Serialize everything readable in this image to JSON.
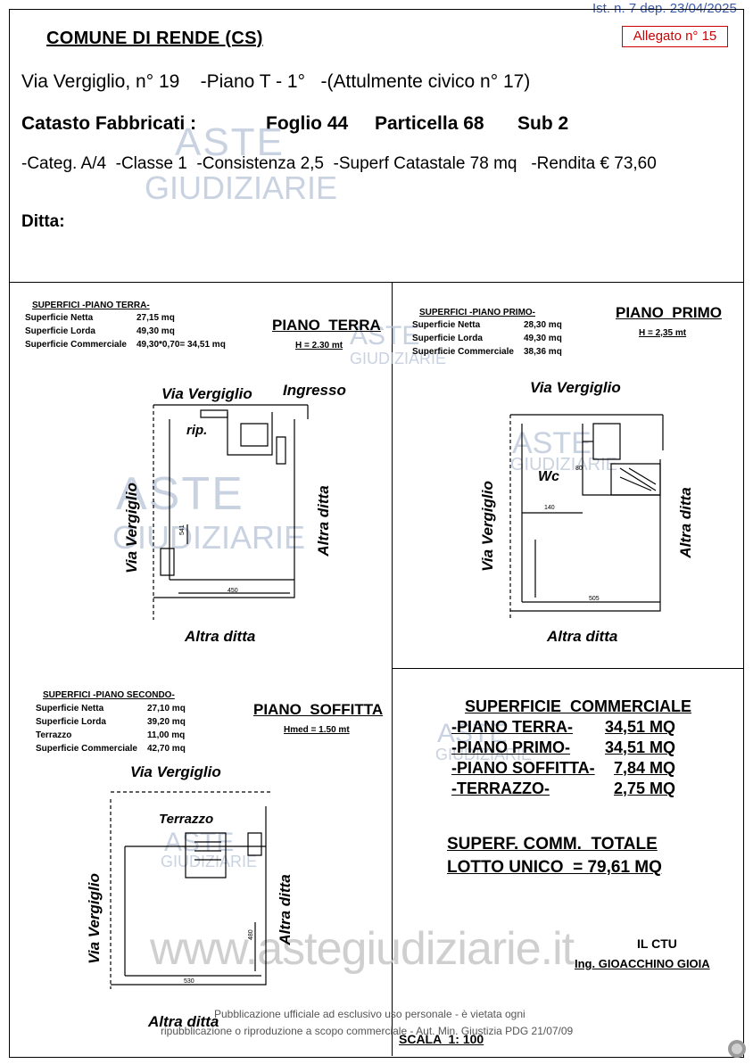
{
  "stamp": "Ist. n. 7 dep. 23/04/2025",
  "allegato": "Allegato n° 15",
  "header": {
    "comune": "COMUNE DI  RENDE (CS)",
    "address_line": "Via Vergiglio, n° 19    -Piano T - 1°   -(Attulmente civico n° 17)",
    "catasto_label": "Catasto Fabbricati :",
    "foglio": "Foglio 44",
    "particella": "Particella 68",
    "sub": "Sub 2",
    "categ_line": "-Categ. A/4  -Classe 1  -Consistenza 2,5  -Superf Catastale 78 mq   -Rendita € 73,60",
    "ditta": "Ditta:"
  },
  "watermark": {
    "aste": "ASTE",
    "giudiziarie": "GIUDIZIARIE",
    "site": "www.astegiudiziarie.it"
  },
  "piano_terra": {
    "table_title": "SUPERFICI  -PIANO TERRA-",
    "rows": [
      {
        "label": "Superficie Netta",
        "value": "27,15 mq"
      },
      {
        "label": "Superficie Lorda",
        "value": "49,30 mq"
      },
      {
        "label": "Superficie Commerciale",
        "value": "49,30*0,70= 34,51 mq"
      }
    ],
    "title": "PIANO  TERRA",
    "height": "H = 2.30 mt",
    "top_street": "Via Vergiglio",
    "ingresso": "Ingresso",
    "rip": "rip.",
    "left_street": "Via Vergiglio",
    "right_label": "Altra ditta",
    "bottom_label": "Altra ditta",
    "dim_w": "450",
    "dim_h": "541"
  },
  "piano_primo": {
    "table_title": "SUPERFICI  -PIANO PRIMO-",
    "rows": [
      {
        "label": "Superficie Netta",
        "value": "28,30 mq"
      },
      {
        "label": "Superficie Lorda",
        "value": "49,30 mq"
      },
      {
        "label": "Superficie Commerciale",
        "value": "38,36 mq"
      }
    ],
    "title": "PIANO  PRIMO",
    "height": "H = 2,35 mt",
    "top_street": "Via Vergiglio",
    "wc": "Wc",
    "left_street": "Via Vergiglio",
    "right_label": "Altra ditta",
    "bottom_label": "Altra ditta",
    "dim_w": "505",
    "dim_a": "140",
    "dim_b": "80"
  },
  "piano_soffitta": {
    "table_title": "SUPERFICI  -PIANO SECONDO-",
    "rows": [
      {
        "label": "Superficie Netta",
        "value": "27,10 mq"
      },
      {
        "label": "Superficie Lorda",
        "value": "39,20 mq"
      },
      {
        "label": "Terrazzo",
        "value": "11,00 mq"
      },
      {
        "label": "Superficie Commerciale",
        "value": "42,70 mq"
      }
    ],
    "title": "PIANO  SOFFITTA",
    "height": "Hmed = 1.50 mt",
    "top_street": "Via Vergiglio",
    "terrazzo": "Terrazzo",
    "left_street": "Via Vergiglio",
    "right_label": "Altra ditta",
    "bottom_label": "Altra ditta",
    "dim_w": "530",
    "dim_h": "480"
  },
  "superficie_commerciale": {
    "title": "SUPERFICIE  COMMERCIALE",
    "rows": [
      {
        "label": "-PIANO TERRA-",
        "value": "34,51 MQ"
      },
      {
        "label": "-PIANO PRIMO-",
        "value": "34,51 MQ"
      },
      {
        "label": "-PIANO SOFFITTA-",
        "value": "7,84 MQ"
      },
      {
        "label": "-TERRAZZO-",
        "value": "2,75 MQ"
      }
    ],
    "totale_1": "SUPERF. COMM.  TOTALE",
    "totale_2": "LOTTO UNICO  = 79,61 MQ"
  },
  "ctu": {
    "line1": "IL CTU",
    "line2": "Ing. GIOACCHINO GIOIA"
  },
  "footer": {
    "line1": "Pubblicazione ufficiale ad esclusivo uso personale - è vietata ogni",
    "line2": "ripubblicazione o riproduzione a scopo commerciale - Aut. Min. Giustizia PDG 21/07/09",
    "scala": "SCALA  1: 100"
  }
}
